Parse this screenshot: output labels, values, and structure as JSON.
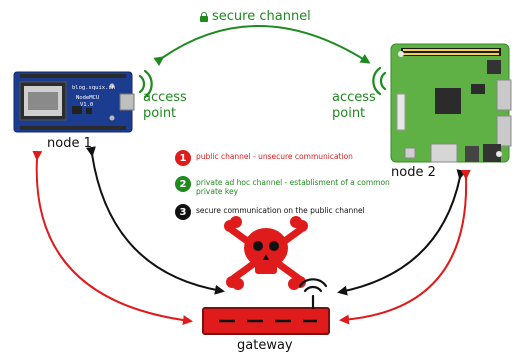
{
  "top_link": {
    "label": "secure channel",
    "icon": "lock-icon",
    "color": "#1f8a1f"
  },
  "node1": {
    "label": "node 1",
    "board_url": "blog.squix.ch",
    "board_name_line1": "NodeMCU",
    "board_name_line2": "V1.0",
    "access_point": {
      "line1": "access",
      "line2": "point"
    }
  },
  "node2": {
    "label": "node 2",
    "access_point": {
      "line1": "access",
      "line2": "point"
    }
  },
  "gateway": {
    "label": "gateway"
  },
  "attacker_icon": "skull-crossbones-icon",
  "legend": [
    {
      "number": "1",
      "text": "public channel - unsecure communication",
      "color": "#e01b1b"
    },
    {
      "number": "2",
      "text": "private ad hoc channel - establisment of a common private key",
      "color": "#1f8a1f"
    },
    {
      "number": "3",
      "text": "secure communication on the public channel",
      "color": "#111111"
    }
  ],
  "colors": {
    "secure": "#1f8a1f",
    "public": "#e01b1b",
    "encrypted": "#111111"
  }
}
